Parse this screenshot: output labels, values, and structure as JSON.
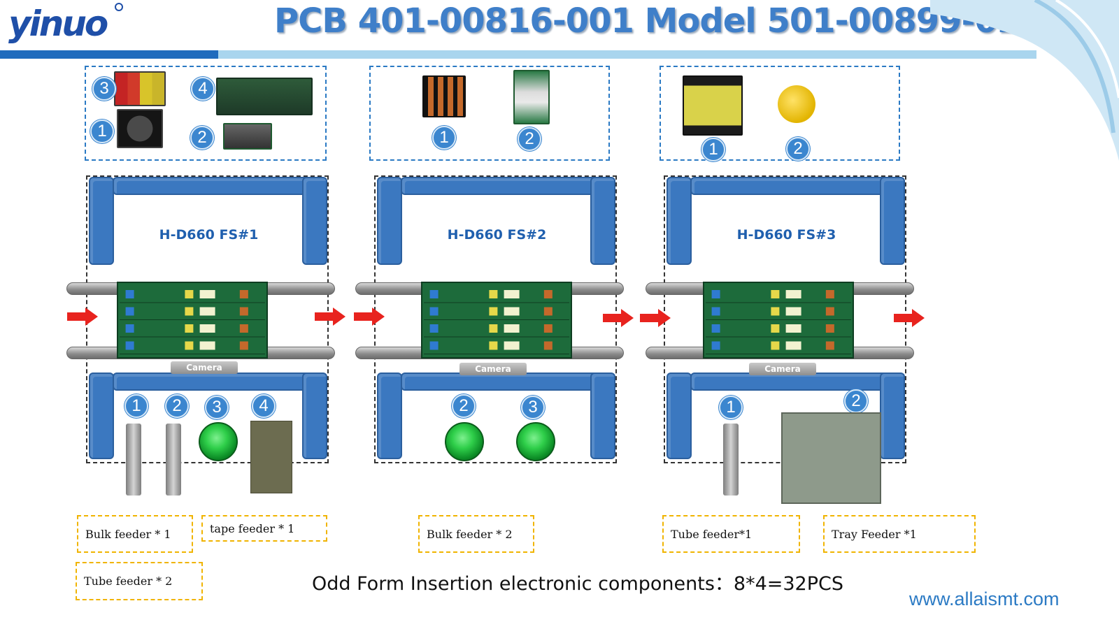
{
  "header": {
    "logo_text": "yinuo",
    "title": "PCB 401-00816-001 Model 501-00899-022",
    "brand_colors": {
      "primary": "#1f6bbd",
      "light": "#a9d5ee"
    }
  },
  "components": {
    "group1": {
      "badges": [
        "3",
        "4",
        "1",
        "2"
      ]
    },
    "group2": {
      "badges": [
        "1",
        "2"
      ]
    },
    "group3": {
      "badges": [
        "1",
        "2"
      ]
    }
  },
  "machines": [
    {
      "label": "H-D660 FS#1",
      "camera": "Camera",
      "feeder_badges": [
        "1",
        "2",
        "3",
        "4"
      ]
    },
    {
      "label": "H-D660 FS#2",
      "camera": "Camera",
      "feeder_badges": [
        "2",
        "3"
      ]
    },
    {
      "label": "H-D660 FS#3",
      "camera": "Camera",
      "feeder_badges": [
        "1",
        "2"
      ]
    }
  ],
  "feeders": {
    "m1_bulk": "Bulk feeder * 1",
    "m1_tape": "tape feeder * 1",
    "m1_tube": "Tube feeder * 2",
    "m2_bulk": "Bulk feeder * 2",
    "m3_tube": "Tube feeder*1",
    "m3_tray": "Tray Feeder *1"
  },
  "footer": {
    "summary": "Odd Form Insertion electronic components：8*4=32PCS",
    "website": "www.allaismt.com"
  },
  "colors": {
    "beam": "#3b78c0",
    "badge": "#3b86cf",
    "feeder_border": "#f0b400",
    "arrow": "#e8231e",
    "pcb": "#1d6b3b"
  }
}
